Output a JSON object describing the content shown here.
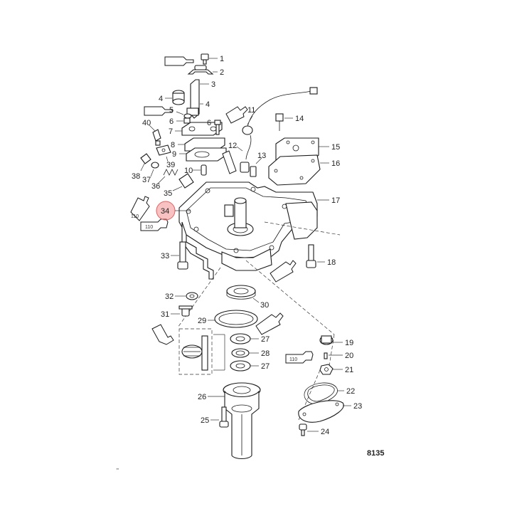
{
  "figure_number": "8135",
  "stray_mark": "\"",
  "highlight_color": "#f28a8a",
  "tube_label": "110",
  "callouts": {
    "c1": "1",
    "c2": "2",
    "c3": "3",
    "c4a": "4",
    "c4b": "4",
    "c5": "5",
    "c6a": "6",
    "c6b": "6",
    "c7": "7",
    "c8": "8",
    "c9": "9",
    "c10": "10",
    "c11": "11",
    "c12": "12",
    "c13": "13",
    "c14": "14",
    "c15": "15",
    "c16": "16",
    "c17": "17",
    "c18": "18",
    "c19": "19",
    "c20": "20",
    "c21": "21",
    "c22": "22",
    "c23": "23",
    "c24": "24",
    "c25": "25",
    "c26": "26",
    "c27a": "27",
    "c27b": "27",
    "c28": "28",
    "c29": "29",
    "c30": "30",
    "c31": "31",
    "c32": "32",
    "c33": "33",
    "c34": "34",
    "c35": "35",
    "c36": "36",
    "c37": "37",
    "c38": "38",
    "c39": "39",
    "c40": "40"
  },
  "selected_callout": "34"
}
